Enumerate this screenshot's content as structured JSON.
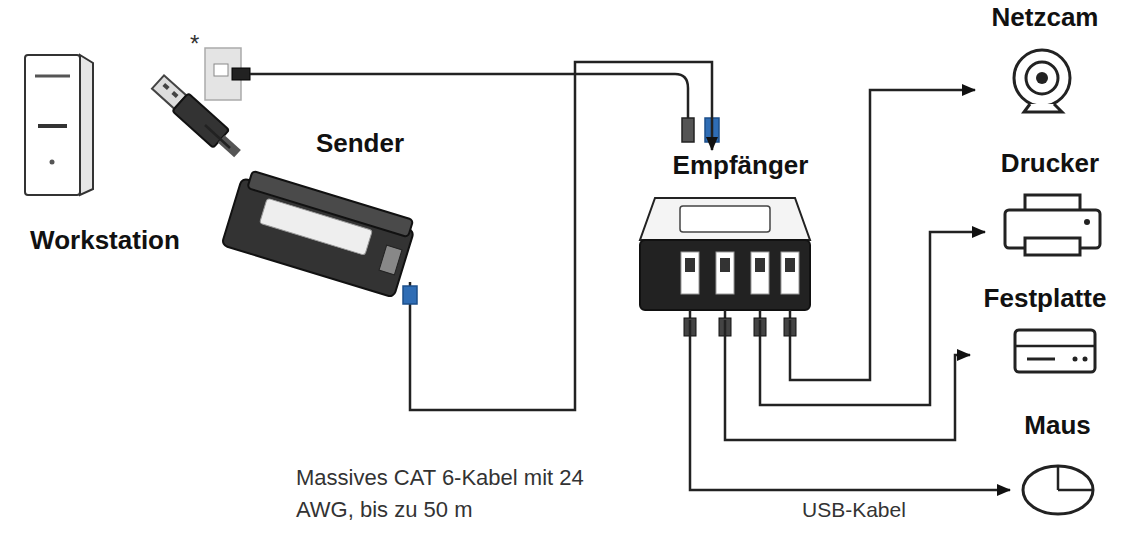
{
  "diagram": {
    "nodes": [
      {
        "text": [
          "Workstation"
        ]
      },
      {
        "text": [
          "Sender"
        ]
      },
      {
        "text": [
          "Empfänger"
        ]
      },
      {
        "text": [
          "Netzcam"
        ]
      },
      {
        "text": [
          "Drucker"
        ]
      },
      {
        "text": [
          "Festplatte"
        ]
      },
      {
        "text": [
          "Maus"
        ]
      }
    ],
    "edges": [
      {
        "from": 0,
        "to": 1,
        "arrow": "none"
      },
      {
        "from": 1,
        "to": 2,
        "arrow": "to",
        "label": "Massives CAT 6-Kabel mit 24 AWG, bis zu 50 m"
      },
      {
        "from": 2,
        "to": 3,
        "arrow": "to"
      },
      {
        "from": 2,
        "to": 4,
        "arrow": "to"
      },
      {
        "from": 2,
        "to": 5,
        "arrow": "to"
      },
      {
        "from": 2,
        "to": 6,
        "arrow": "to"
      }
    ],
    "labels": [
      "*",
      "USB-Kabel"
    ]
  }
}
